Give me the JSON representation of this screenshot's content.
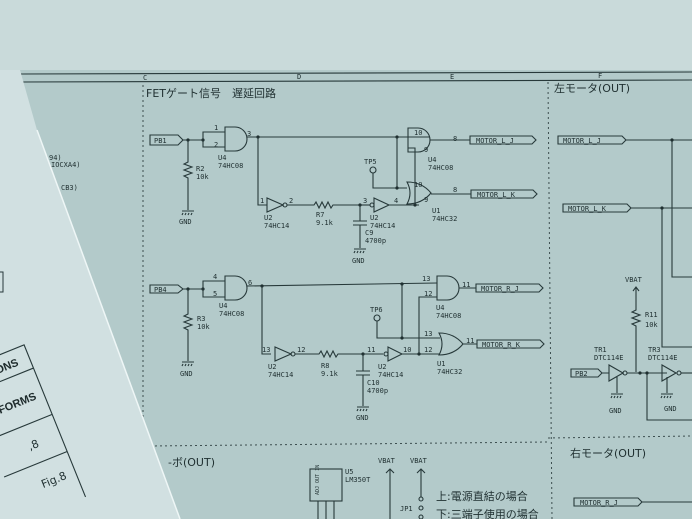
{
  "border": {
    "columns": [
      "C",
      "D",
      "E",
      "F"
    ]
  },
  "delay": {
    "title": "FETゲート信号　遅延回路",
    "top": {
      "input": "PB1",
      "and1": {
        "ref": "U4",
        "part": "74HC08",
        "pins": [
          "1",
          "2",
          "3"
        ]
      },
      "r": {
        "ref": "R2",
        "value": "10k"
      },
      "gnd": "GND",
      "inv1": {
        "ref": "U2",
        "part": "74HC14",
        "pins": [
          "1",
          "2"
        ]
      },
      "rdelay": {
        "ref": "R7",
        "value": "9.1k"
      },
      "cap": {
        "ref": "C9",
        "value": "4700p"
      },
      "gnd2": "GND",
      "inv2": {
        "ref": "U2",
        "part": "74HC14",
        "pins": [
          "3",
          "4"
        ]
      },
      "tp": "TP5",
      "and2": {
        "ref": "U4",
        "part": "74HC08",
        "pins": [
          "10",
          "9",
          "8"
        ]
      },
      "or": {
        "ref": "U1",
        "part": "74HC32",
        "pins": [
          "10",
          "9",
          "8"
        ]
      },
      "out_j": "MOTOR_L_J",
      "out_k": "MOTOR_L_K"
    },
    "bottom": {
      "input": "PB4",
      "and1": {
        "ref": "U4",
        "part": "74HC08",
        "pins": [
          "4",
          "5",
          "6"
        ]
      },
      "r": {
        "ref": "R3",
        "value": "10k"
      },
      "gnd": "GND",
      "inv1": {
        "ref": "U2",
        "part": "74HC14",
        "pins": [
          "13",
          "12"
        ]
      },
      "rdelay": {
        "ref": "R8",
        "value": "9.1k"
      },
      "cap": {
        "ref": "C10",
        "value": "4700p"
      },
      "gnd2": "GND",
      "inv2": {
        "ref": "U2",
        "part": "74HC14",
        "pins": [
          "11",
          "10"
        ]
      },
      "tp": "TP6",
      "and2": {
        "ref": "U4",
        "part": "74HC08",
        "pins": [
          "13",
          "12",
          "11"
        ]
      },
      "or": {
        "ref": "U1",
        "part": "74HC32",
        "pins": [
          "13",
          "12",
          "11"
        ]
      },
      "out_j": "MOTOR_R_J",
      "out_k": "MOTOR_R_K"
    }
  },
  "left_motor": {
    "title": "左モータ(OUT)",
    "in_j": "MOTOR_L_J",
    "in_k": "MOTOR_L_K",
    "vbat": "VBAT",
    "r": {
      "ref": "R11",
      "value": "10k"
    },
    "tr1": {
      "ref": "TR1",
      "part": "DTC114E"
    },
    "tr3": {
      "ref": "TR3",
      "part": "DTC114E"
    },
    "input": "PB2",
    "gnd1": "GND",
    "gnd2": "GND"
  },
  "right_motor": {
    "title": "右モータ(OUT)",
    "in_j": "MOTOR_R_J"
  },
  "servo": {
    "title": "-ボ(OUT)",
    "reg": {
      "ref": "U5",
      "part": "LM350T",
      "pins": "ADJ OUT IN"
    },
    "vbat1": "VBAT",
    "vbat2": "VBAT",
    "jp": "JP1",
    "note1": "上:電源直結の場合",
    "note2": "下:三端子使用の場合"
  },
  "left_margin": {
    "lines": [
      "94)",
      "IOCXA4)",
      "CB3)"
    ]
  },
  "back_sheet": {
    "rows": [
      "ONS",
      "FORMS",
      ",8",
      "Fig.8"
    ]
  }
}
